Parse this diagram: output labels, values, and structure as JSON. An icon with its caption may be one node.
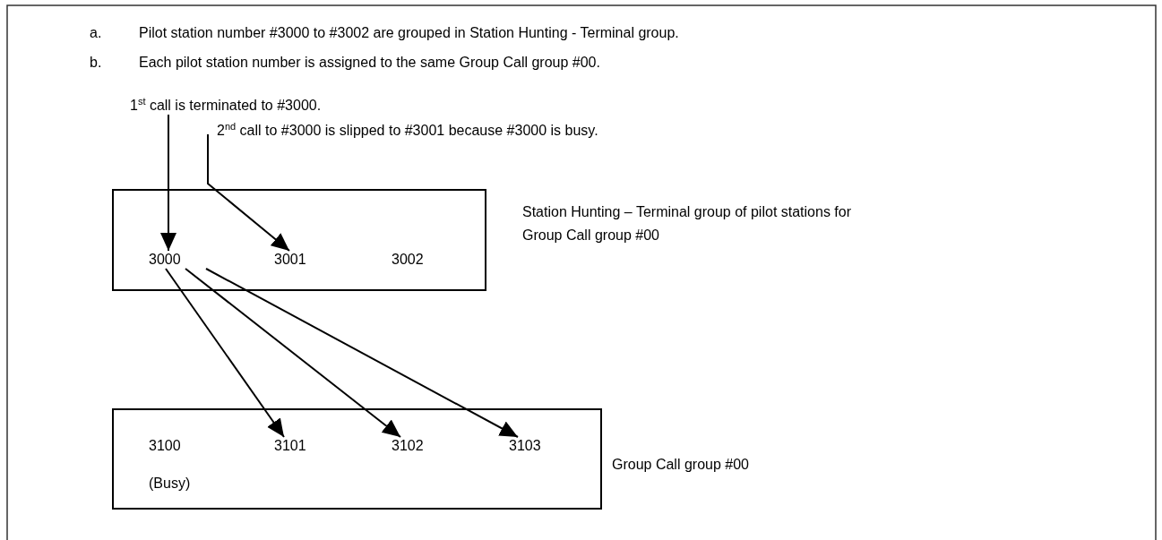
{
  "diagram": {
    "nodes": [
      {
        "text": [],
        "shape": "box",
        "beside": [
          "Station Hunting – Terminal group of pilot stations for Group Call group #00"
        ]
      },
      {
        "text": [
          "3000"
        ],
        "in": 0
      },
      {
        "text": [
          "3001"
        ],
        "in": 0
      },
      {
        "text": [
          "3002"
        ],
        "in": 0
      },
      {
        "text": [],
        "shape": "box",
        "beside": [
          "Group Call group #00"
        ]
      },
      {
        "text": [
          "3100",
          "(Busy)"
        ],
        "in": 4
      },
      {
        "text": [
          "3101"
        ],
        "in": 4
      },
      {
        "text": [
          "3102"
        ],
        "in": 4
      },
      {
        "text": [
          "3103"
        ],
        "in": 4
      },
      {
        "text": [
          "1$^{st}$ call is terminated to #3000."
        ]
      },
      {
        "text": [
          "2$^{nd}$ call to #3000 is slipped to #3001 because #3000 is busy."
        ]
      }
    ],
    "edges": [
      {
        "from": 9,
        "to": 1,
        "arrow": "to"
      },
      {
        "from": 10,
        "to": 2,
        "arrow": "to"
      },
      {
        "from": 1,
        "to": 6,
        "arrow": "to"
      },
      {
        "from": 1,
        "to": 7,
        "arrow": "to"
      },
      {
        "from": 1,
        "to": 8,
        "arrow": "to"
      }
    ],
    "labels": [
      "a.",
      "Pilot station number #3000 to #3002 are grouped in Station Hunting - Terminal group.",
      "b.",
      "Each pilot station number is assigned to the same Group Call group #00."
    ]
  }
}
